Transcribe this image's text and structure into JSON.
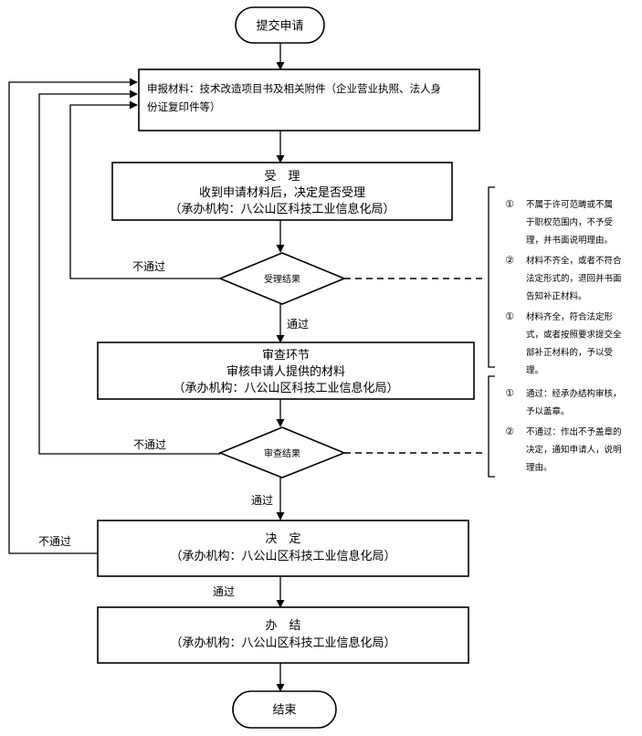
{
  "start": "提交申请",
  "end": "结束",
  "materials": {
    "line1": "申报材料：技术改造项目书及相关附件（企业营业执照、法人身",
    "line2": "份证复印件等）"
  },
  "accept": {
    "title": "受　理",
    "line1": "收到申请材料后，决定是否受理",
    "line2": "（承办机构：八公山区科技工业信息化局）"
  },
  "accept_result": "受理结果",
  "review": {
    "title": "审查环节",
    "line1": "审核申请人提供的材料",
    "line2": "（承办机构：八公山区科技工业信息化局）"
  },
  "review_result": "审查结果",
  "decision": {
    "title": "决　定",
    "line1": "（承办机构：八公山区科技工业信息化局）"
  },
  "finish": {
    "title": "办　结",
    "line1": "（承办机构：八公山区科技工业信息化局）"
  },
  "labels": {
    "fail_accept": "不通过",
    "pass_accept": "通过",
    "fail_review": "不通过",
    "pass_review": "通过",
    "fail_decision": "不通过",
    "pass_decision": "通过"
  },
  "note_accept": {
    "items": [
      {
        "marker": "①",
        "lines": [
          "不属于许可范畴或不属",
          "于职权范围内，不予受",
          "理，并书面说明理由。"
        ]
      },
      {
        "marker": "②",
        "lines": [
          "材料不齐全，或者不符合",
          "法定形式的，退回并书面",
          "告知补正材料。"
        ]
      },
      {
        "marker": "①",
        "lines": [
          "材料齐全，符合法定形",
          "式，或者按照要求提交全",
          "部补正材料的，予以受",
          "理。"
        ]
      }
    ]
  },
  "note_review": {
    "items": [
      {
        "marker": "①",
        "lines": [
          "通过：经承办结构审核，",
          "予以盖章。"
        ]
      },
      {
        "marker": "②",
        "lines": [
          "不通过：作出不予盖章的",
          "决定，通知申请人，说明",
          "理由。"
        ]
      }
    ]
  }
}
